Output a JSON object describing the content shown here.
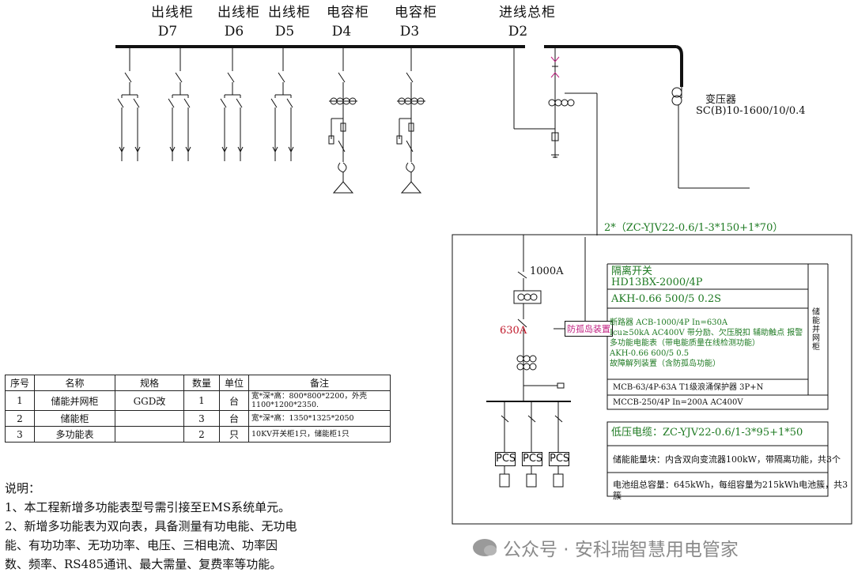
{
  "cabinets": [
    {
      "name": "出线柜",
      "id": "D7"
    },
    {
      "name": "出线柜",
      "id": "D6"
    },
    {
      "name": "出线柜",
      "id": "D5"
    },
    {
      "name": "电容柜",
      "id": "D4"
    },
    {
      "name": "电容柜",
      "id": "D3"
    },
    {
      "name": "进线总柜",
      "id": "D2"
    }
  ],
  "transformer": {
    "name": "变压器",
    "spec": "SC(B)10-1600/10/0.4"
  },
  "cable_main": "2*（ZC-YJV22-0.6/1-3*150+1*70）",
  "breaker_1000": "1000A",
  "breaker_630": "630A",
  "anti_island": "防孤岛装置",
  "right_panel": {
    "isolator_title": "隔离开关",
    "isolator_model": "HD13BX-2000/4P",
    "ct_spec": "AKH-0.66 500/5 0.2S",
    "breaker_lines": [
      "断路器 ACB-1000/4P In=630A",
      "Icu≥50kA AC400V  带分励、欠压脱扣 辅助触点 报警",
      "多功能电能表（带电能质量在线检测功能）",
      "AKH-0.66  600/5 0.5",
      "故障解列装置（含防孤岛功能）"
    ],
    "side_label": "储能并网柜",
    "surge": "MCB-63/4P-63A T1级浪涌保护器 3P+N",
    "mccb": "MCCB-250/4P In=200A AC400V",
    "lv_cable": "低压电缆：ZC-YJV22-0.6/1-3*95+1*50",
    "storage_module": "储能能量块：内含双向变流器100kW，带隔离功能，共3个",
    "battery": "电池组总容量：645kWh，每组容量为215kWh电池簇，共3簇"
  },
  "pcs_labels": [
    "PCS",
    "PCS",
    "PCS"
  ],
  "table": {
    "headers": [
      "序号",
      "名称",
      "规格",
      "数量",
      "单位",
      "备注"
    ],
    "rows": [
      [
        "1",
        "储能并网柜",
        "GGD改",
        "1",
        "台",
        "宽*深*高：800*800*2200，外壳1100*1200*2350."
      ],
      [
        "2",
        "储能柜",
        "",
        "3",
        "台",
        "宽*深*高：1350*1325*2050"
      ],
      [
        "3",
        "多功能表",
        "",
        "2",
        "只",
        "10KV开关柜1只，储能柜1只"
      ]
    ]
  },
  "notes": {
    "title": "说明：",
    "line1": "1、本工程新增多功能表型号需引接至EMS系统单元。",
    "line2": "2、新增多功能表为双向表，具备测量有功电能、无功电能、有功功率、无功功率、电压、三相电流、功率因数、频率、RS485通讯、最大需量、复费率等功能。"
  },
  "watermark": "公众号 · 安科瑞智慧用电管家"
}
